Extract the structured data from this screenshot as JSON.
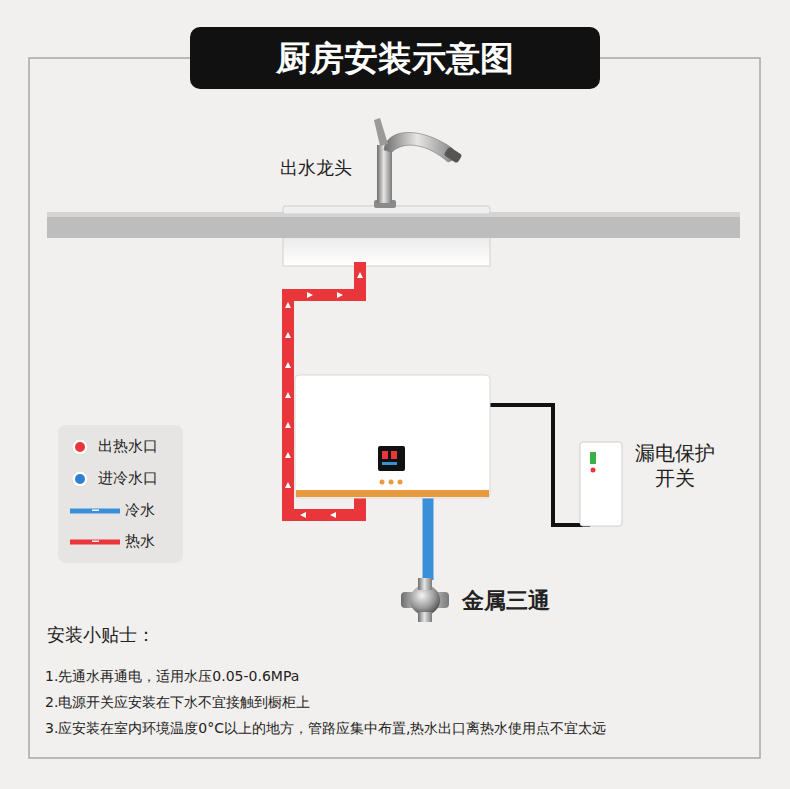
{
  "diagram": {
    "title": "厨房安装示意图",
    "nodes": [
      {
        "text": [
          "出水龙头"
        ]
      },
      {
        "text": [
          "漏电保护 开关"
        ]
      },
      {
        "text": [
          "金属三通"
        ]
      }
    ],
    "labels": [
      "安装小贴士：",
      "1.先通水再通电，适用水压0.05-0.6MPa",
      "2.电源开关应安装在下水不宜接触到橱柜上",
      "3.应安装在室内环境温度0°C以上的地方，管路应集中布置,热水出口离热水使用点不宜太远"
    ],
    "legend": [
      {
        "text": "出热水口",
        "color": "#e8363a"
      },
      {
        "text": "进冷水口",
        "color": "#2f7fd0"
      },
      {
        "text": "冷水"
      },
      {
        "text": "热水"
      }
    ]
  }
}
